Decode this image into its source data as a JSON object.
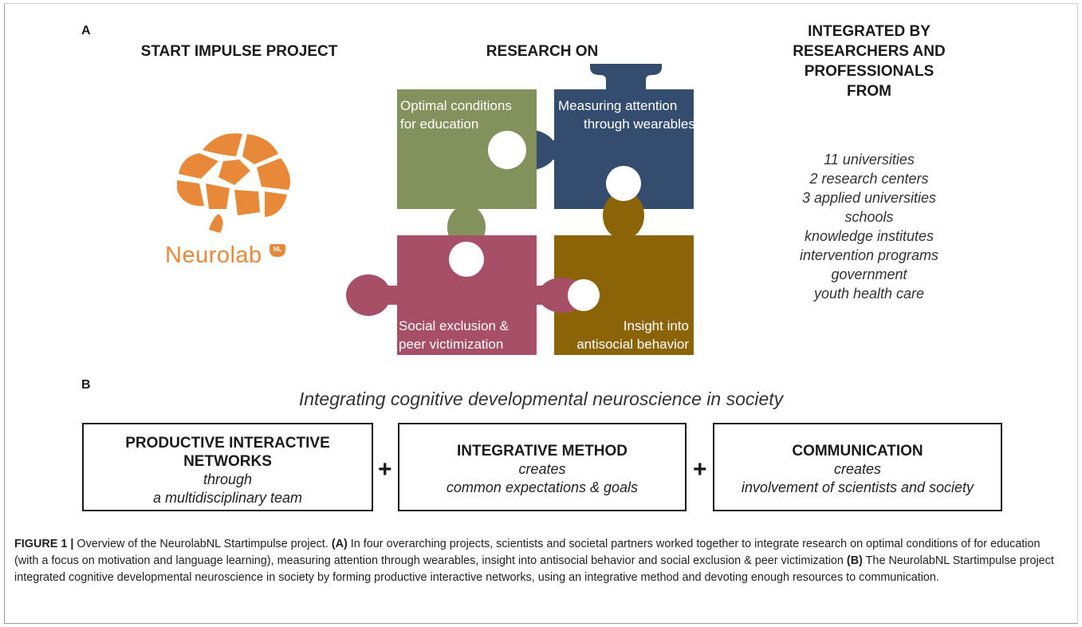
{
  "panel_a_label": "A",
  "panel_b_label": "B",
  "columns": {
    "left_title": "START IMPULSE PROJECT",
    "middle_title": "RESEARCH ON",
    "right_title_lines": [
      "INTEGRATED BY",
      "RESEARCHERS AND",
      "PROFESSIONALS",
      "FROM"
    ]
  },
  "logo": {
    "text": "Neurolab",
    "badge": "NL",
    "color": "#e8893a"
  },
  "puzzle": {
    "top_left": {
      "lines": [
        "Optimal conditions",
        "for education"
      ],
      "color": "#83915d"
    },
    "top_right": {
      "lines": [
        "Measuring attention",
        "through wearables"
      ],
      "color": "#344d6e"
    },
    "bottom_left": {
      "lines": [
        "Social exclusion &",
        "peer victimization"
      ],
      "color": "#a74f67"
    },
    "bottom_right": {
      "lines": [
        "Insight into",
        "antisocial behavior"
      ],
      "color": "#8b6407"
    }
  },
  "partners": [
    "11 universities",
    "2 research centers",
    "3 applied universities",
    "schools",
    "knowledge institutes",
    "intervention programs",
    "government",
    "youth health care"
  ],
  "subtitle": "Integrating cognitive developmental neuroscience in society",
  "boxes": [
    {
      "title_lines": [
        "PRODUCTIVE INTERACTIVE",
        "NETWORKS"
      ],
      "lines": [
        "through",
        "a multidisciplinary team"
      ]
    },
    {
      "title_lines": [
        "INTEGRATIVE METHOD"
      ],
      "lines": [
        "creates",
        "common expectations & goals"
      ]
    },
    {
      "title_lines": [
        "COMMUNICATION"
      ],
      "lines": [
        "creates",
        "involvement of scientists and society"
      ]
    }
  ],
  "plus_sign": "+",
  "caption": {
    "label": "FIGURE 1 |",
    "intro": " Overview of the NeurolabNL Startimpulse project. ",
    "a_label": "(A)",
    "a_text": " In four overarching projects, scientists and societal partners worked together to integrate research on optimal conditions of for education (with a focus on motivation and language learning), measuring attention through wearables, insight into antisocial behavior and social exclusion & peer victimization ",
    "b_label": "(B)",
    "b_text": " The NeurolabNL Startimpulse project integrated cognitive developmental neuroscience in society by forming productive interactive networks, using an integrative method and devoting enough resources to communication."
  }
}
